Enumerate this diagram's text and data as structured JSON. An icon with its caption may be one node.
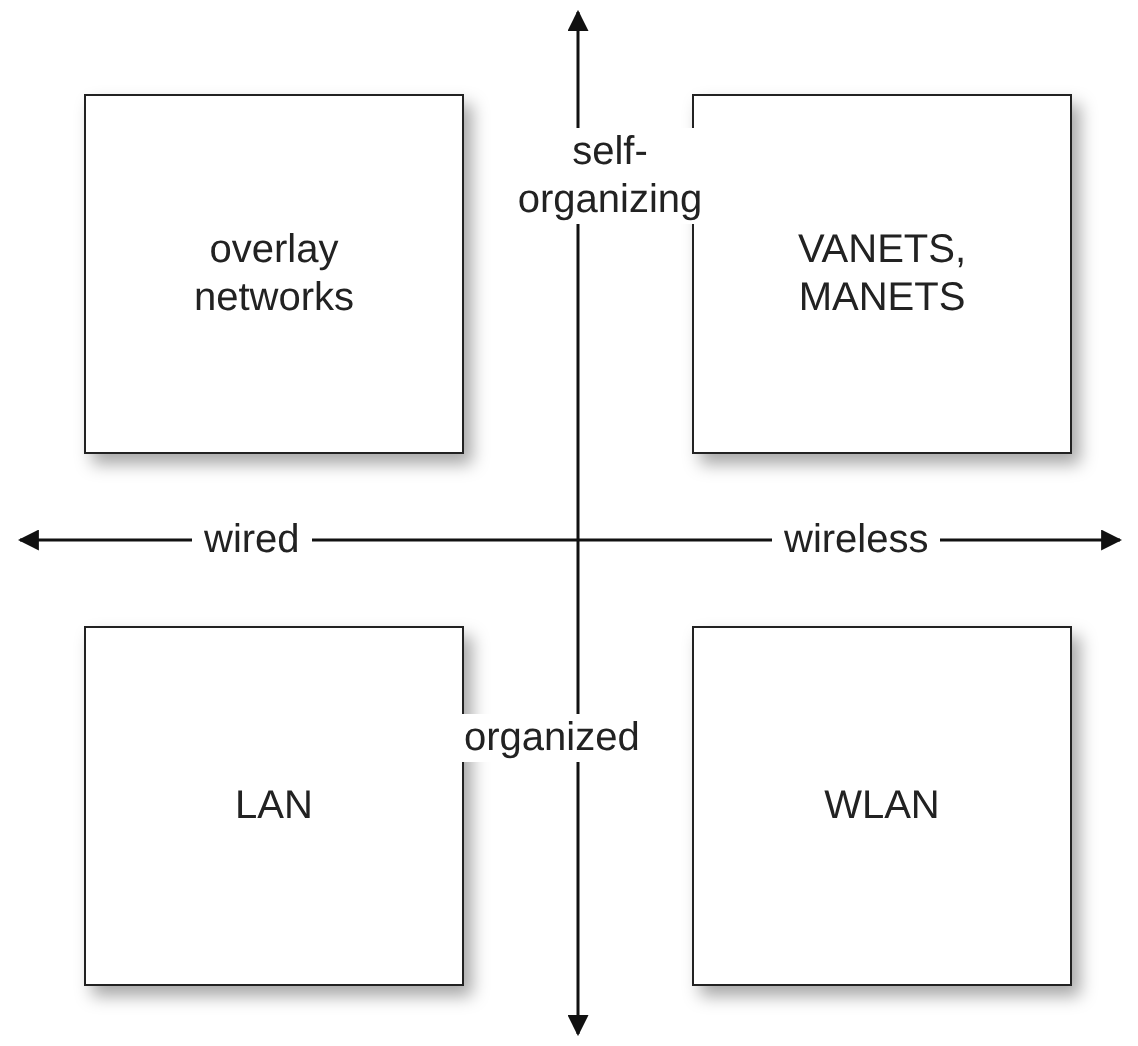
{
  "diagram": {
    "nodes": [
      {
        "text": [
          "overlay networks"
        ]
      },
      {
        "text": [
          "VANETS, MANETS"
        ]
      },
      {
        "text": [
          "LAN"
        ]
      },
      {
        "text": [
          "WLAN"
        ]
      }
    ],
    "labels": [
      "self-organizing",
      "wired",
      "wireless",
      "organized"
    ]
  }
}
